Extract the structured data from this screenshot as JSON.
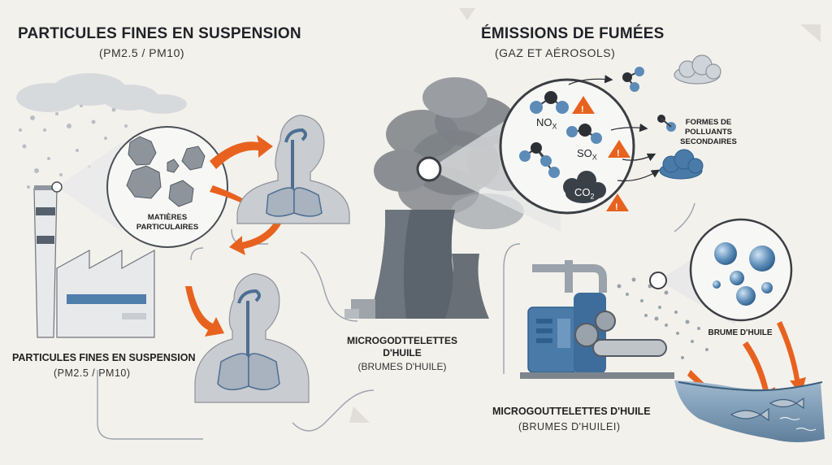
{
  "particles": {
    "title": "PARTICULES FINES EN SUSPENSION",
    "subtitle": "(PM2.5 / PM10)",
    "bubble_label": "MATIÈRES\nPARTICULAIRES"
  },
  "particles_bottom": {
    "title": "PARTICULES FINES EN SUSPENSION",
    "subtitle": "(PM2.5 / PM10)"
  },
  "emissions": {
    "title": "ÉMISSIONS DE FUMÉES",
    "subtitle": "(GAZ ET AÉROSOLS)",
    "gases": {
      "nox": "NO",
      "nox_sub": "X",
      "sox": "SO",
      "sox_sub": "X",
      "co2": "CO",
      "co2_sub": "2"
    },
    "secondary_label": "FORMES DE\nPOLLUANTS\nSECONDAIRES"
  },
  "tower_caption": {
    "title": "MICROGODTTELETTES\nD'HUILE",
    "subtitle": "(BRUMES D'HUILE)"
  },
  "oil": {
    "bubble_label": "BRUME D'HUILE",
    "title": "MICROGOUTTELETTES D'HUILE",
    "subtitle": "(BRUMES D'HUILEI)"
  },
  "colors": {
    "background": "#f3f1ec",
    "accent_orange": "#e8621f",
    "steel_blue": "#4a7aa8",
    "smoke_gray": "#7d8186",
    "warning_orange": "#e8621f"
  }
}
